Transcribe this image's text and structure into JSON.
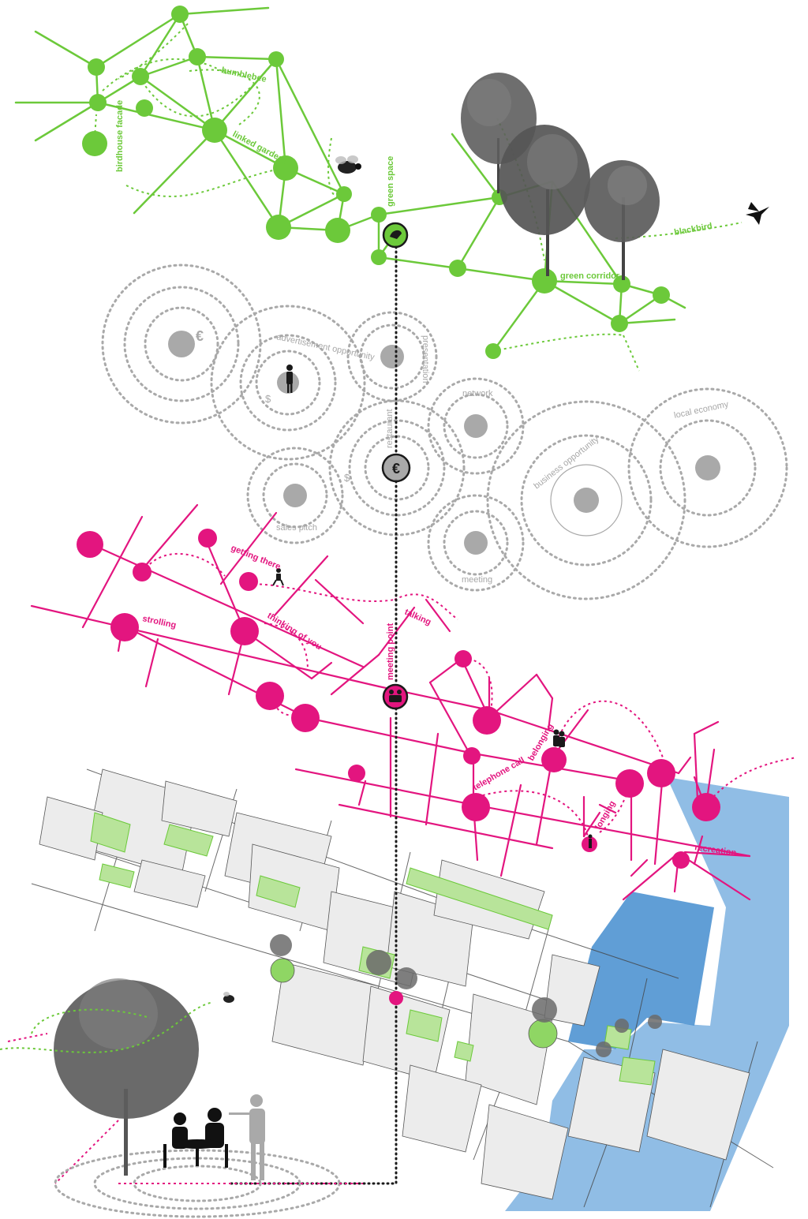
{
  "colors": {
    "green": "#6cc93a",
    "grey": "#a9a9a9",
    "magenta": "#e3157f",
    "water": "#6fa6d8",
    "black": "#1a1a1a"
  },
  "layers": {
    "ecology": {
      "labels": {
        "bumblebee": "bumblebee",
        "birdhouse": "birdhouse facade",
        "linked_gardens": "linked gardens",
        "green_space": "green space",
        "blackbird": "blackbird",
        "green_corridor": "green corridor"
      }
    },
    "economy": {
      "labels": {
        "advertisement": "advertisement opportunity",
        "presentation": "presentation",
        "restaurant": "restaurant",
        "network": "network",
        "local_economy": "local economy",
        "business": "business opportunity",
        "sales_pitch": "sales pitch",
        "meeting": "meeting"
      },
      "symbols": {
        "euro": "€",
        "dollar": "$"
      }
    },
    "social": {
      "labels": {
        "getting_there": "getting there",
        "strolling": "strolling",
        "thinking_of_you": "thinking of you",
        "talking": "talking",
        "meeting_point": "meeting point",
        "belonging": "belonging",
        "telephone_call": "telephone call",
        "longing": "longing",
        "recreation": "recreation"
      }
    }
  },
  "icons": [
    "bee-icon",
    "bird-icon",
    "tree-icon",
    "person-icon",
    "euro-icon",
    "people-meeting-icon",
    "cafe-table-icon",
    "waiter-icon"
  ]
}
